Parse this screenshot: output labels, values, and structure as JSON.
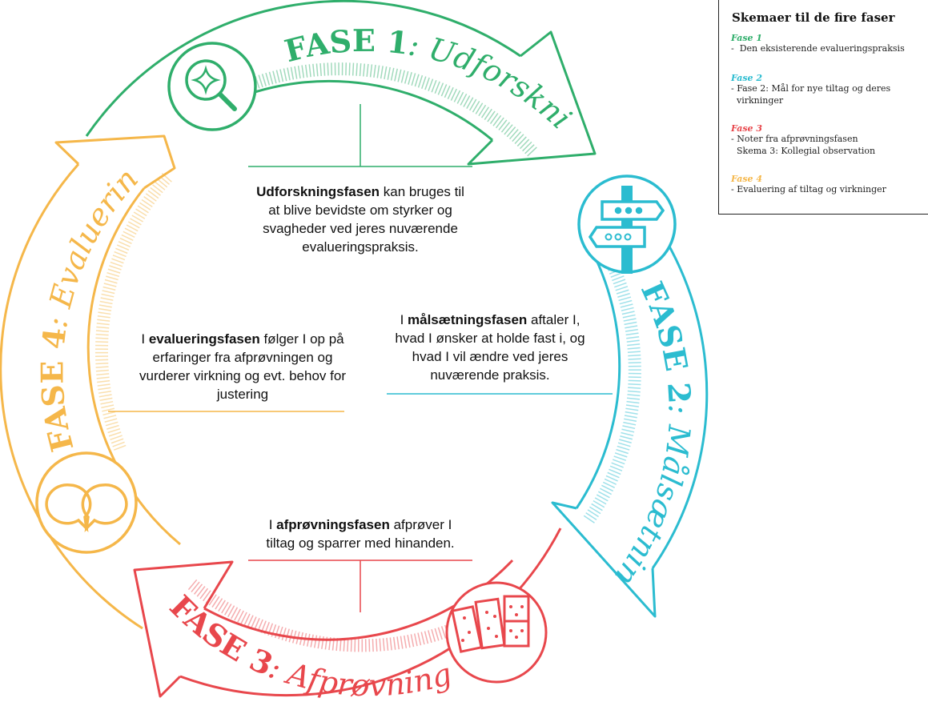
{
  "colors": {
    "phase1": "#2fae6b",
    "phase2": "#2bbcd0",
    "phase3": "#e8474c",
    "phase4": "#f5b74a"
  },
  "phases": [
    {
      "number": "FASE 1",
      "sep": ": ",
      "name": "Udforskning",
      "icon": "magnifier-sparkle-icon"
    },
    {
      "number": "FASE 2",
      "sep": ": ",
      "name": "Målsætning",
      "icon": "signpost-icon"
    },
    {
      "number": "FASE 3",
      "sep": ": ",
      "name": "Afprøvning",
      "icon": "dominoes-icon"
    },
    {
      "number": "FASE 4",
      "sep": ": ",
      "name": "Evaluering",
      "icon": "speech-bubbles-icon"
    }
  ],
  "descriptions": [
    {
      "bold": "Udforskningsfasen",
      "lines": [
        " kan bruges til",
        "at blive bevidste om styrker og",
        "svagheder ved jeres nuværende",
        "evalueringspraksis."
      ]
    },
    {
      "prefix": "I ",
      "bold": "målsætningsfasen",
      "lines": [
        " aftaler I,",
        "hvad I ønsker at holde fast i, og",
        "hvad I vil ændre ved jeres",
        "nuværende praksis."
      ]
    },
    {
      "prefix": "I ",
      "bold": "afprøvningsfasen",
      "lines": [
        " afprøver I",
        "tiltag og sparrer med hinanden."
      ]
    },
    {
      "prefix": "I ",
      "bold": "evalueringsfasen",
      "lines": [
        " følger I op på",
        "erfaringer fra afprøvningen og",
        "vurderer virkning og evt. behov for",
        "justering"
      ]
    }
  ],
  "legend": {
    "title": "Skemaer til de fire faser",
    "items": [
      {
        "label": "Fase 1",
        "text": "-  Den eksisterende evalueringspraksis"
      },
      {
        "label": "Fase 2",
        "text": "- Fase 2: Mål for nye tiltag og deres\n  virkninger"
      },
      {
        "label": "Fase 3",
        "text": "- Noter fra afprøvningsfasen\n  Skema 3: Kollegial observation"
      },
      {
        "label": "Fase 4",
        "text": "- Evaluering af tiltag og virkninger"
      }
    ]
  }
}
